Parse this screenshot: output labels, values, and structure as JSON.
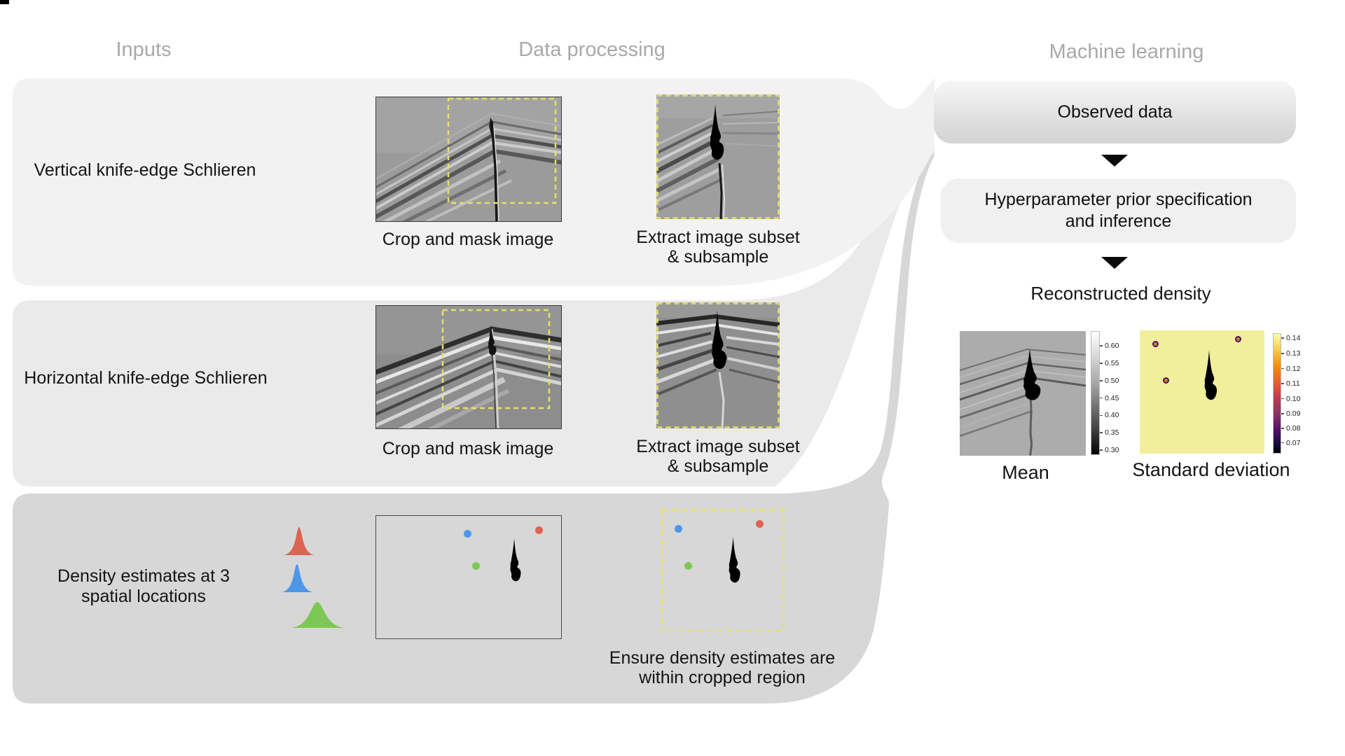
{
  "headers": {
    "inputs": "Inputs",
    "data_processing": "Data processing",
    "machine_learning": "Machine learning"
  },
  "rows": {
    "row1": {
      "label": "Vertical knife-edge Schlieren",
      "caption_crop": "Crop and mask image",
      "caption_extract_line1": "Extract image subset",
      "caption_extract_line2": "& subsample"
    },
    "row2": {
      "label": "Horizontal knife-edge Schlieren",
      "caption_crop": "Crop and mask image",
      "caption_extract_line1": "Extract image subset",
      "caption_extract_line2": "& subsample"
    },
    "row3": {
      "label_line1": "Density estimates at 3",
      "label_line2": "spatial locations",
      "caption_line1": "Ensure density estimates are",
      "caption_line2": "within cropped region"
    }
  },
  "ml": {
    "observed_label": "Observed data",
    "hyper_line1": "Hyperparameter prior specification",
    "hyper_line2": "and inference",
    "reconstructed_label": "Reconstructed density",
    "mean_label": "Mean",
    "std_label": "Standard deviation",
    "mean_colorbar": {
      "ticks": [
        "0.60",
        "0.55",
        "0.50",
        "0.45",
        "0.40",
        "0.35",
        "0.30"
      ]
    },
    "std_colorbar": {
      "ticks": [
        "0.14",
        "0.13",
        "0.12",
        "0.11",
        "0.10",
        "0.09",
        "0.08",
        "0.07"
      ]
    }
  },
  "colors": {
    "panel_row1": "#f2f2f3",
    "panel_row2": "#eaeaeb",
    "panel_row3": "#d7d7d8",
    "dashed_yellow": "#e9df63",
    "dot_blue": "#4e97e8",
    "dot_red": "#dd6353",
    "dot_green": "#7dc854",
    "std_dot_center": "#e07b28",
    "std_dot_ring": "#42175c",
    "std_background": "#f2ef9c",
    "header_gray": "#a9a9a9"
  }
}
